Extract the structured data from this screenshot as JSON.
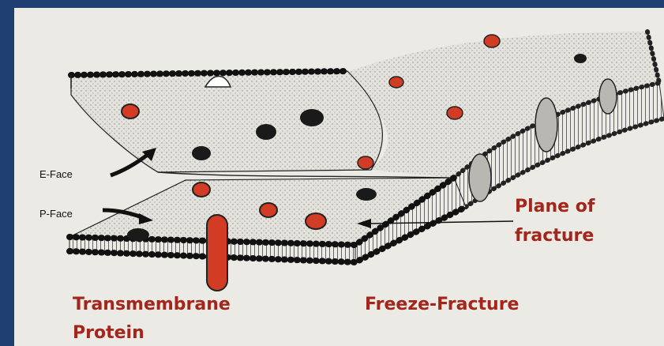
{
  "labels": {
    "e_face": "E-Face",
    "p_face": "P-Face",
    "plane_line1": "Plane of",
    "plane_line2": "fracture",
    "tm_line1": "Transmembrane",
    "tm_line2": "Protein",
    "freeze_fracture": "Freeze-Fracture"
  },
  "colors": {
    "frame": "#1f3f73",
    "paper": "#eceae4",
    "label_red": "#a2261c",
    "protein_red": "#d23c24"
  }
}
